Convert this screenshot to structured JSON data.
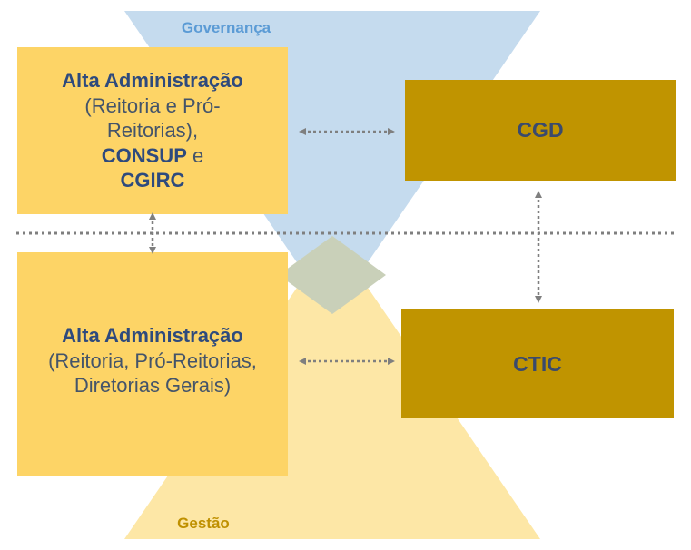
{
  "colors": {
    "governance_triangle": "#c5dbee",
    "management_triangle": "#fde7a6",
    "overlap": "#c9d0b9",
    "yellow_box": "#fdd466",
    "gold_box": "#c09400",
    "text_dark_blue": "#2e4a7d",
    "text_grey": "#44546a",
    "governance_label": "#5b9bd5",
    "management_label": "#bf9000",
    "dotted": "#7f7f7f"
  },
  "labels": {
    "governance": "Governança",
    "management": "Gestão"
  },
  "boxes": {
    "top_left": {
      "line1": "Alta Administração",
      "line2": "(Reitoria e Pró-",
      "line3": "Reitorias),",
      "line4_bold": "CONSUP",
      "line4_plain": " e",
      "line5": "CGIRC"
    },
    "bottom_left": {
      "line1": "Alta Administração",
      "line2": "(Reitoria, Pró-Reitorias,",
      "line3": "Diretorias Gerais)"
    },
    "top_right": {
      "label": "CGD"
    },
    "bottom_right": {
      "label": "CTIC"
    }
  },
  "connectors": [
    {
      "name": "top-left-to-cgd",
      "direction": "bidirectional"
    },
    {
      "name": "bottom-left-to-ctic",
      "direction": "bidirectional"
    },
    {
      "name": "top-left-to-bottom-left",
      "direction": "bidirectional"
    },
    {
      "name": "cgd-to-ctic",
      "direction": "bidirectional"
    }
  ]
}
